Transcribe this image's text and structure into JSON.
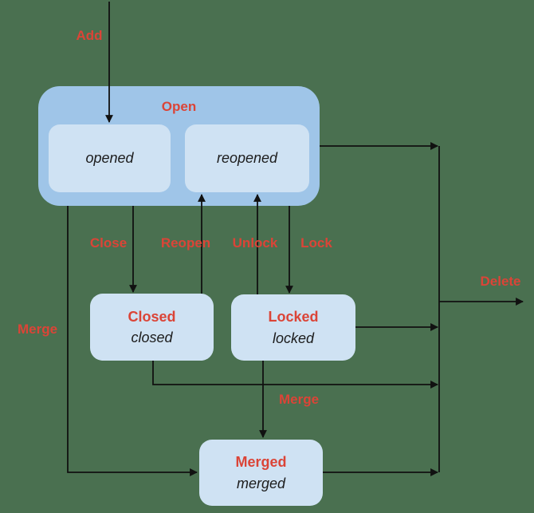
{
  "colors": {
    "background": "#4A7050",
    "label_red": "#DB4437",
    "outer_box_blue": "#9FC5E8",
    "inner_box_blue": "#CFE2F3",
    "arrow_black": "#111111"
  },
  "states": {
    "open": {
      "label": "Open",
      "substates": [
        {
          "label": "opened"
        },
        {
          "label": "reopened"
        }
      ]
    },
    "closed": {
      "title": "Closed",
      "subtitle": "closed"
    },
    "locked": {
      "title": "Locked",
      "subtitle": "locked"
    },
    "merged": {
      "title": "Merged",
      "subtitle": "merged"
    }
  },
  "transitions": {
    "add": {
      "label": "Add"
    },
    "close": {
      "label": "Close"
    },
    "reopen": {
      "label": "Reopen"
    },
    "unlock": {
      "label": "Unlock"
    },
    "lock": {
      "label": "Lock"
    },
    "merge_left": {
      "label": "Merge"
    },
    "merge_bottom": {
      "label": "Merge"
    },
    "delete": {
      "label": "Delete"
    }
  }
}
